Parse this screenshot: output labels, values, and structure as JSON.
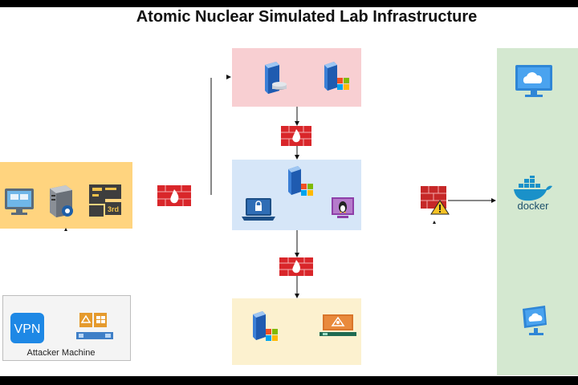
{
  "diagram": {
    "title": "Atomic Nuclear Simulated Lab Infrastructure",
    "attacker_label": "Attacker Machine",
    "vpn_label": "VPN",
    "docker_label": "docker",
    "badge_3rd": "3rd"
  },
  "colors": {
    "zone_left": "#ffd47f",
    "zone_top": "#f8cfd2",
    "zone_mid": "#d6e6f8",
    "zone_bottom": "#fcf1cf",
    "zone_right": "#d4e8d0",
    "firewall": "#d9262a",
    "vpn_blue": "#1e88e5",
    "docker_blue": "#1a91c9"
  },
  "icons": [
    "monitor-icon",
    "server-icon",
    "id-card-icon",
    "firewall-icon",
    "database-server-icon",
    "windows-server-icon",
    "laptop-lock-icon",
    "linux-desktop-icon",
    "vpn-icon",
    "network-appliance-icon",
    "cloud-monitor-icon",
    "docker-icon",
    "warning-firewall-icon"
  ]
}
